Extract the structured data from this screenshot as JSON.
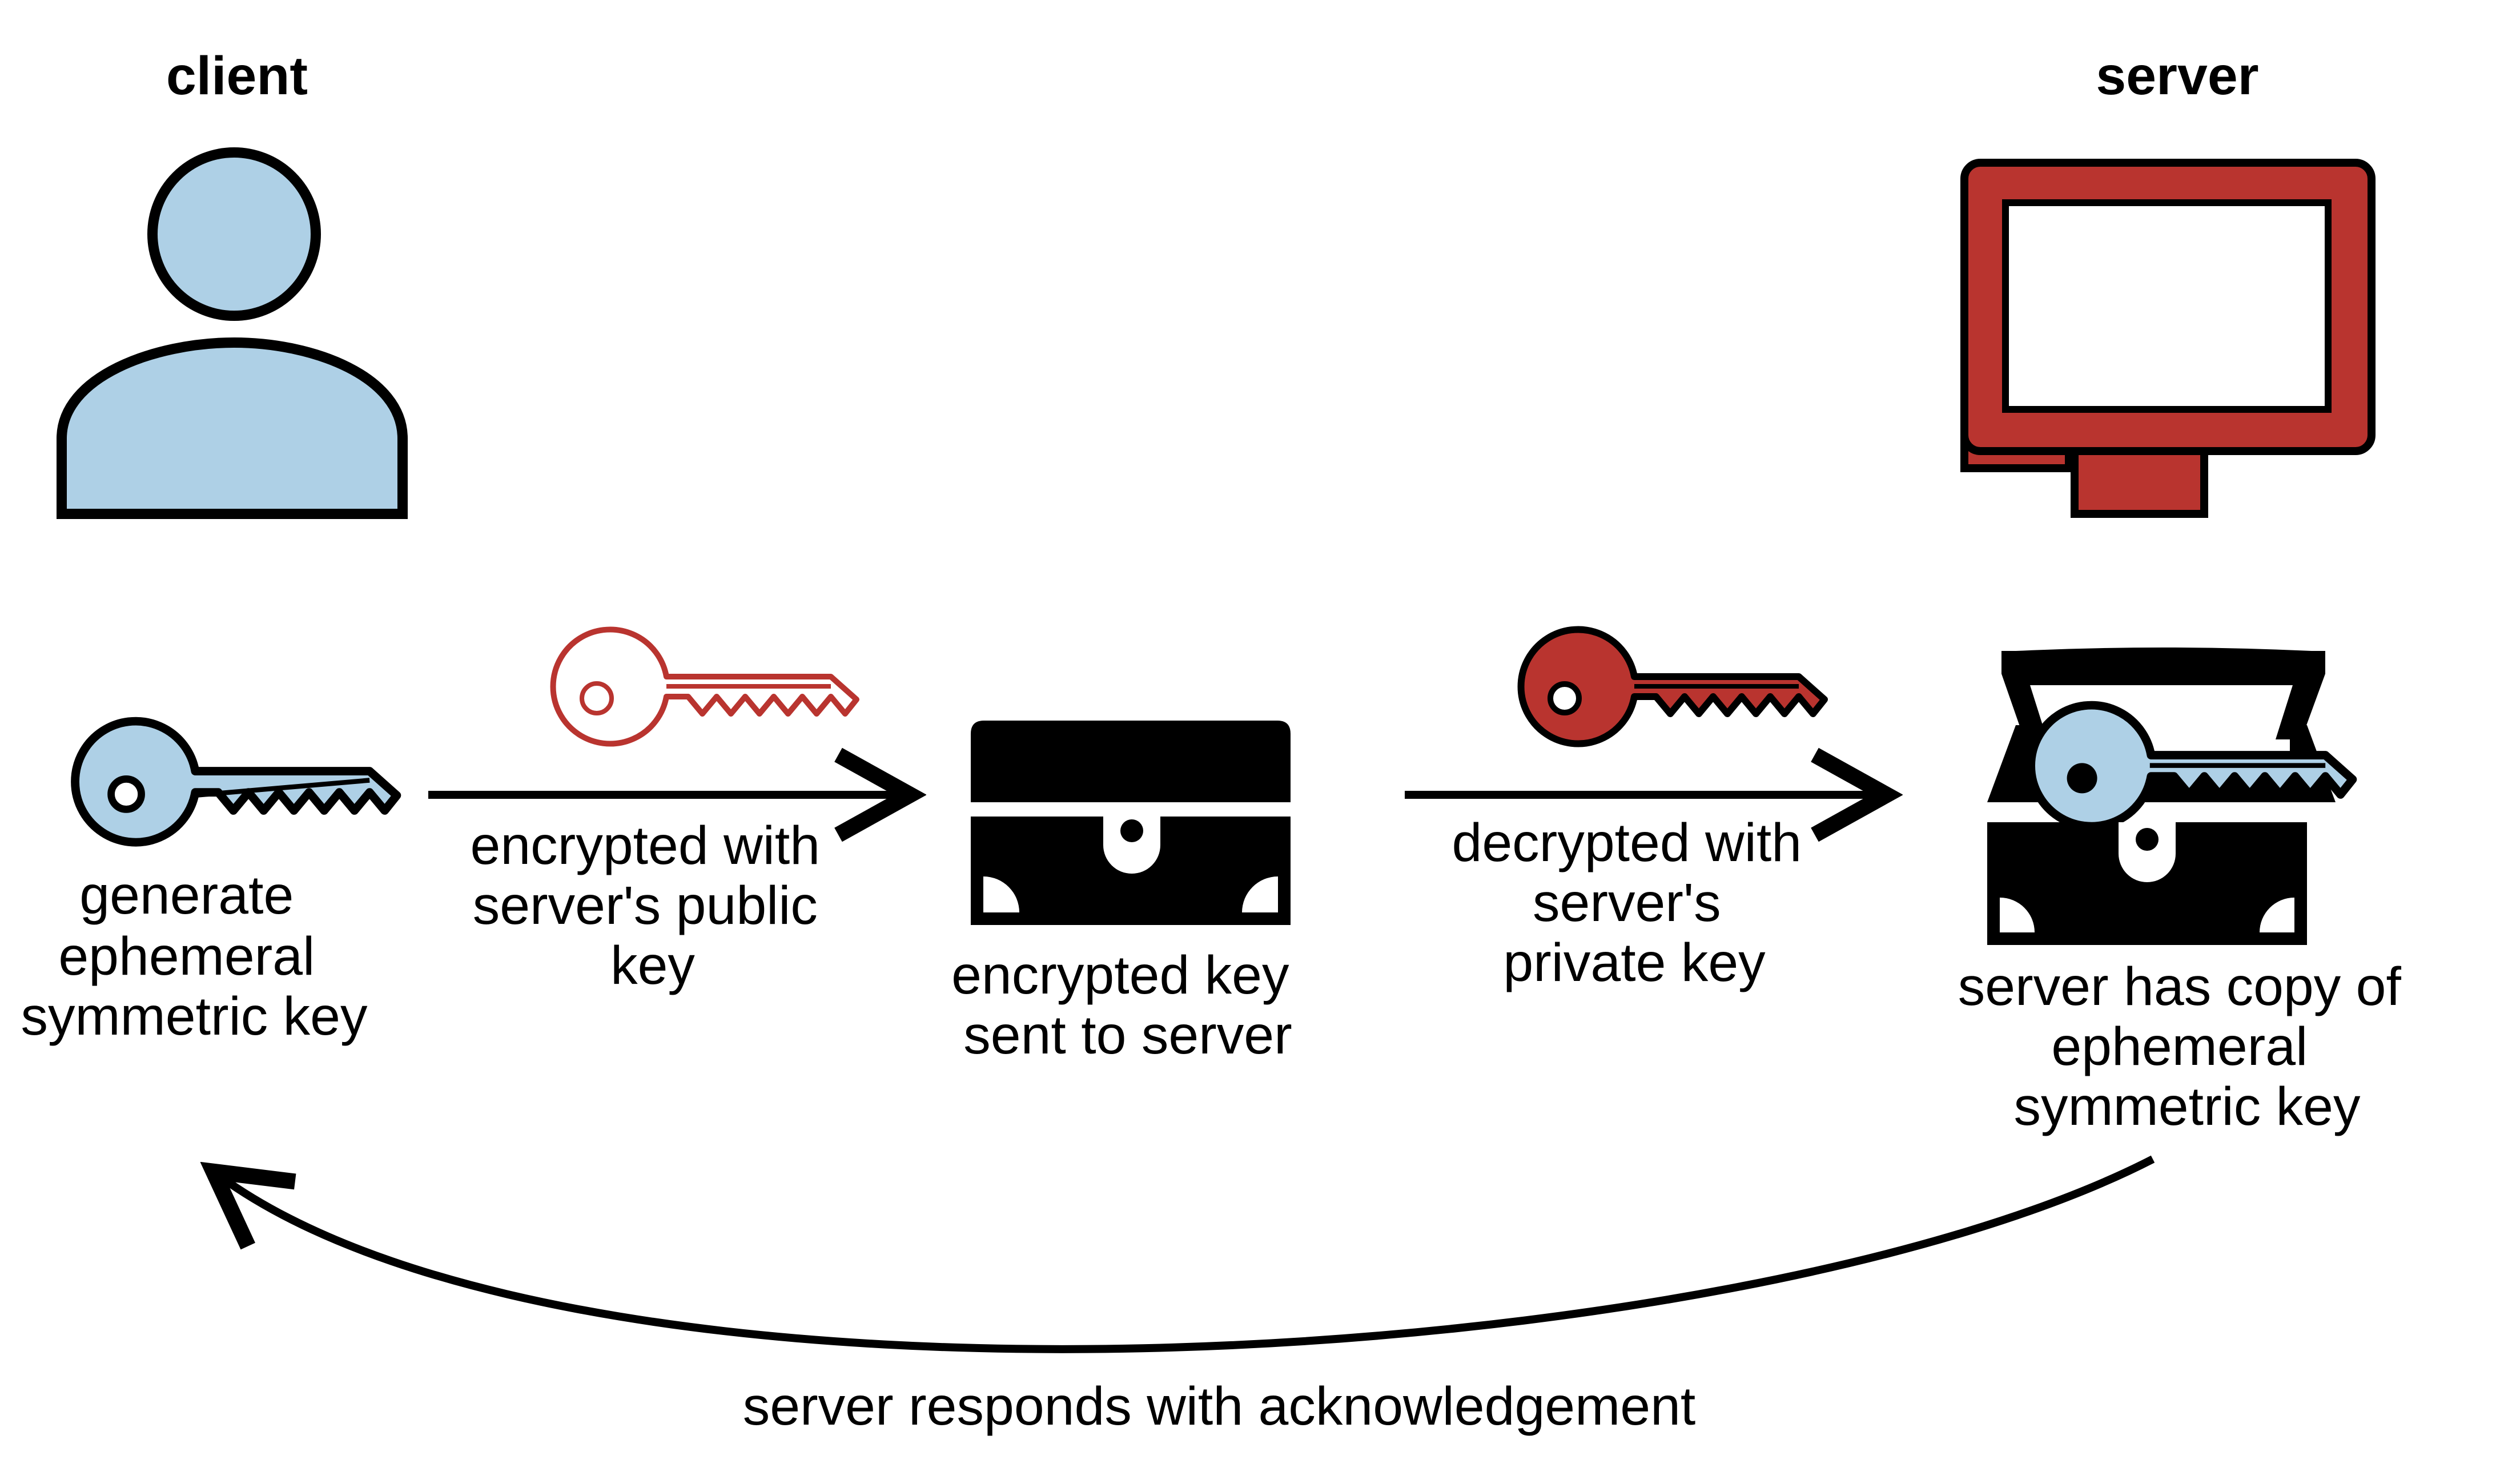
{
  "actors": {
    "client": {
      "title": "client",
      "icon": "person-icon",
      "color": "#aed0e6"
    },
    "server": {
      "title": "server",
      "icon": "monitor-icon",
      "color": "#b9342f"
    }
  },
  "steps": {
    "generate": {
      "icon": "blue-key-icon",
      "lines": [
        "generate",
        "ephemeral",
        "symmetric key"
      ]
    },
    "encrypt": {
      "icon": "red-key-outline-icon",
      "lines": [
        "encrypted with",
        "server's public",
        "key"
      ]
    },
    "sent": {
      "icon": "locked-chest-icon",
      "lines": [
        "encrypted key",
        "sent to server"
      ]
    },
    "decrypt": {
      "icon": "red-key-icon",
      "lines": [
        "decrypted with",
        "server's",
        "private key"
      ]
    },
    "copy": {
      "icon": "open-chest-with-key-icon",
      "lines": [
        "server has copy of",
        "ephemeral",
        "symmetric key"
      ]
    }
  },
  "response": {
    "label": "server responds with acknowledgement"
  },
  "colors": {
    "blue": "#aed0e6",
    "red": "#b9342f",
    "outline": "#000000"
  }
}
